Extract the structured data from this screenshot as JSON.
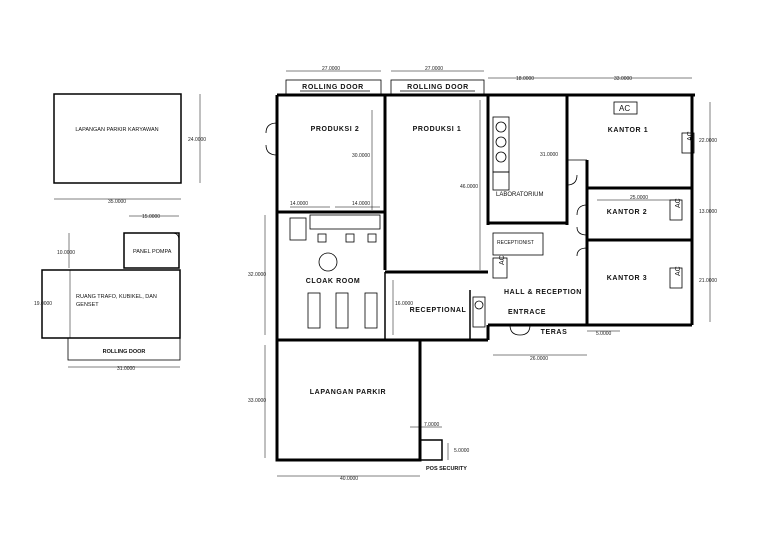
{
  "labels": {
    "parkir_karyawan": "LAPANGAN PARKIR KARYAWAN",
    "panel_pompa": "PANEL POMPA",
    "trafo_line1": "RUANG TRAFO, KUBIKEL, DAN",
    "trafo_line2": "GENSET",
    "rolling_door_left": "ROLLING DOOR",
    "rolling_door_1": "ROLLING DOOR",
    "rolling_door_2": "ROLLING DOOR",
    "produksi2": "PRODUKSI 2",
    "produksi1": "PRODUKSI 1",
    "laboratorium": "LABORATORIUM",
    "kantor1": "KANTOR 1",
    "kantor2": "KANTOR 2",
    "kantor3": "KANTOR 3",
    "receptionist": "RECEPTIONIST",
    "hall": "HALL & RECEPTION",
    "entrace": "ENTRACE",
    "teras": "TERAS",
    "cloak_room": "CLOAK ROOM",
    "receptional": "RECEPTIONAL",
    "lapangan_parkir": "LAPANGAN PARKIR",
    "pos_security": "POS SECURITY",
    "ac": "AC"
  },
  "dimensions": {
    "d24": "24.0000",
    "d35": "35.0000",
    "d15": "15.0000",
    "d10": "10.0000",
    "d19": "19.0000",
    "d31": "31.0000",
    "d27a": "27.0000",
    "d27b": "27.0000",
    "d18": "18.0000",
    "d33a": "33.0000",
    "d22": "22.0000",
    "d30": "30.0000",
    "d31b": "31.0000",
    "d46": "46.0000",
    "d25": "25.0000",
    "d13": "13.0000",
    "d14a": "14.0000",
    "d14b": "14.0000",
    "d21": "21.0000",
    "d32": "32.0000",
    "d16": "16.0000",
    "d5a": "5.0000",
    "d26": "26.0000",
    "d33b": "33.0000",
    "d7": "7.0000",
    "d5b": "5.0000",
    "d40": "40.0000"
  }
}
